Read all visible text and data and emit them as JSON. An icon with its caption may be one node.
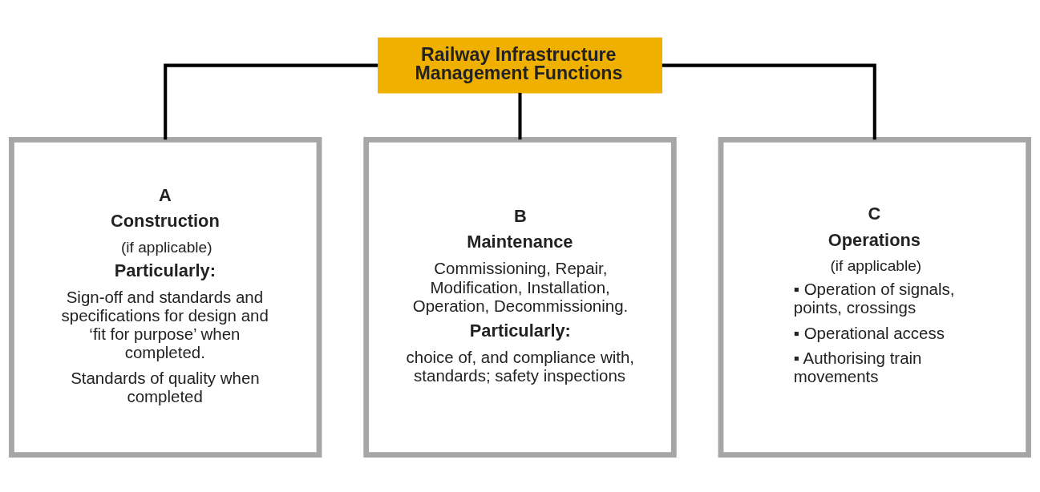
{
  "diagram": {
    "nodes": [
      {
        "text": [
          "Railway Infrastructure Management Functions"
        ]
      },
      {
        "text": [
          "A",
          "Construction",
          "(if applicable)",
          "Particularly:",
          "Sign-off and standards and specifications for design and ‘fit for purpose’ when completed.",
          "Standards of quality when completed"
        ]
      },
      {
        "text": [
          "B",
          "Maintenance",
          "Commissioning, Repair, Modification, Installation, Operation, Decommissioning.",
          "Particularly:",
          "choice of, and compliance with, standards; safety inspections"
        ]
      },
      {
        "text": [
          "C",
          "Operations",
          "(if applicable)",
          "▪ Operation of signals, points, crossings",
          "▪ Operational access",
          "▪ Authorising train movements"
        ]
      }
    ],
    "edges": [
      {
        "from": 0,
        "to": 1,
        "arrow": "none"
      },
      {
        "from": 0,
        "to": 2,
        "arrow": "none"
      },
      {
        "from": 0,
        "to": 3,
        "arrow": "none"
      }
    ]
  }
}
